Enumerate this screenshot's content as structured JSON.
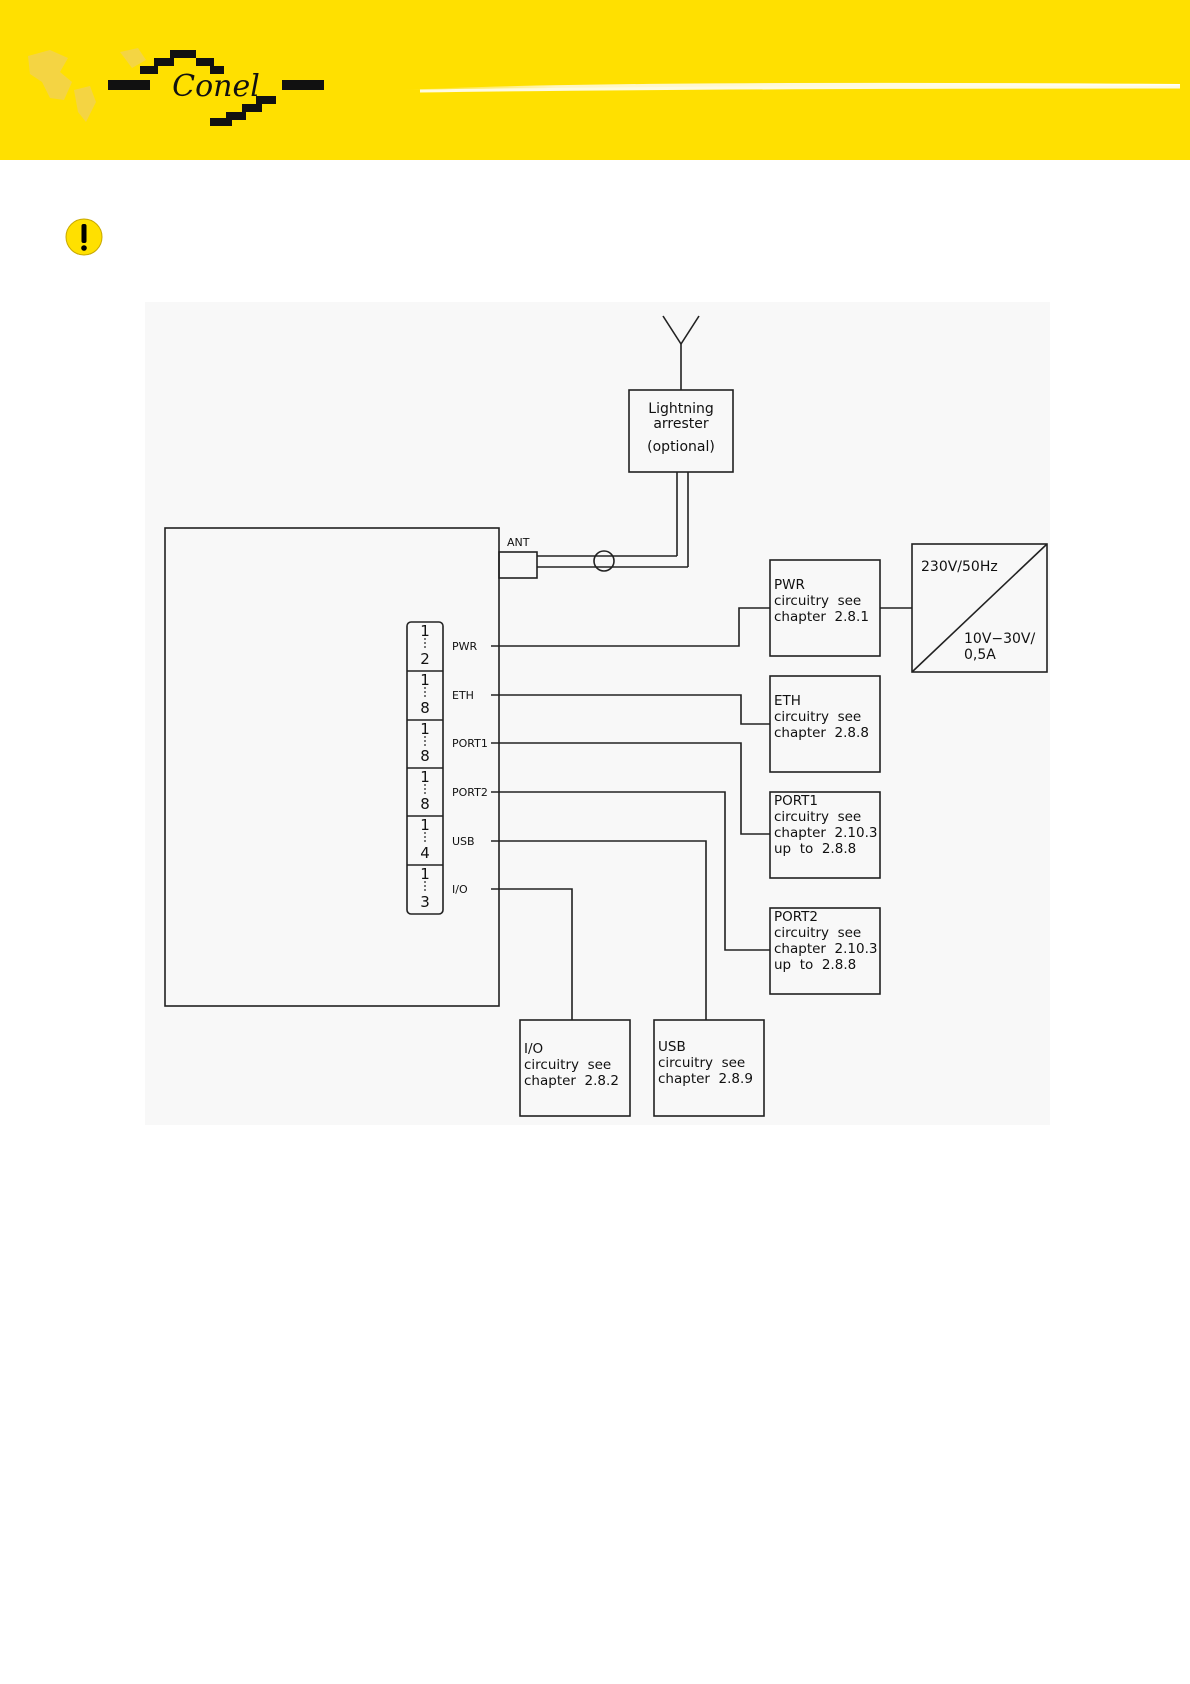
{
  "header": {
    "brand_name": "Conel",
    "accent_color": "#ffe000"
  },
  "warning": {
    "icon": "exclamation-icon",
    "color": "#ffe000"
  },
  "diagram": {
    "antenna_connector": "ANT",
    "arrester": {
      "line1": "Lightning",
      "line2": "arrester",
      "line3": "(optional)"
    },
    "connectors": [
      {
        "label": "PWR",
        "pin_top": "1",
        "pin_bottom": "2"
      },
      {
        "label": "ETH",
        "pin_top": "1",
        "pin_bottom": "8"
      },
      {
        "label": "PORT1",
        "pin_top": "1",
        "pin_bottom": "8"
      },
      {
        "label": "PORT2",
        "pin_top": "1",
        "pin_bottom": "8"
      },
      {
        "label": "USB",
        "pin_top": "1",
        "pin_bottom": "4"
      },
      {
        "label": "I/O",
        "pin_top": "1",
        "pin_bottom": "3"
      }
    ],
    "boxes": {
      "pwr": [
        "PWR",
        "circuitry  see",
        "chapter  2.8.1"
      ],
      "eth": [
        "ETH",
        "circuitry  see",
        "chapter  2.8.8"
      ],
      "port1": [
        "PORT1",
        "circuitry  see",
        "chapter  2.10.3",
        "up  to  2.8.8"
      ],
      "port2": [
        "PORT2",
        "circuitry  see",
        "chapter  2.10.3",
        "up  to  2.8.8"
      ],
      "io": [
        "I/O",
        "circuitry  see",
        "chapter  2.8.2"
      ],
      "usb": [
        "USB",
        "circuitry  see",
        "chapter  2.8.9"
      ]
    },
    "power_supply": {
      "input": "230V/50Hz",
      "output_line1": "10V−30V/",
      "output_line2": "0,5A"
    }
  }
}
